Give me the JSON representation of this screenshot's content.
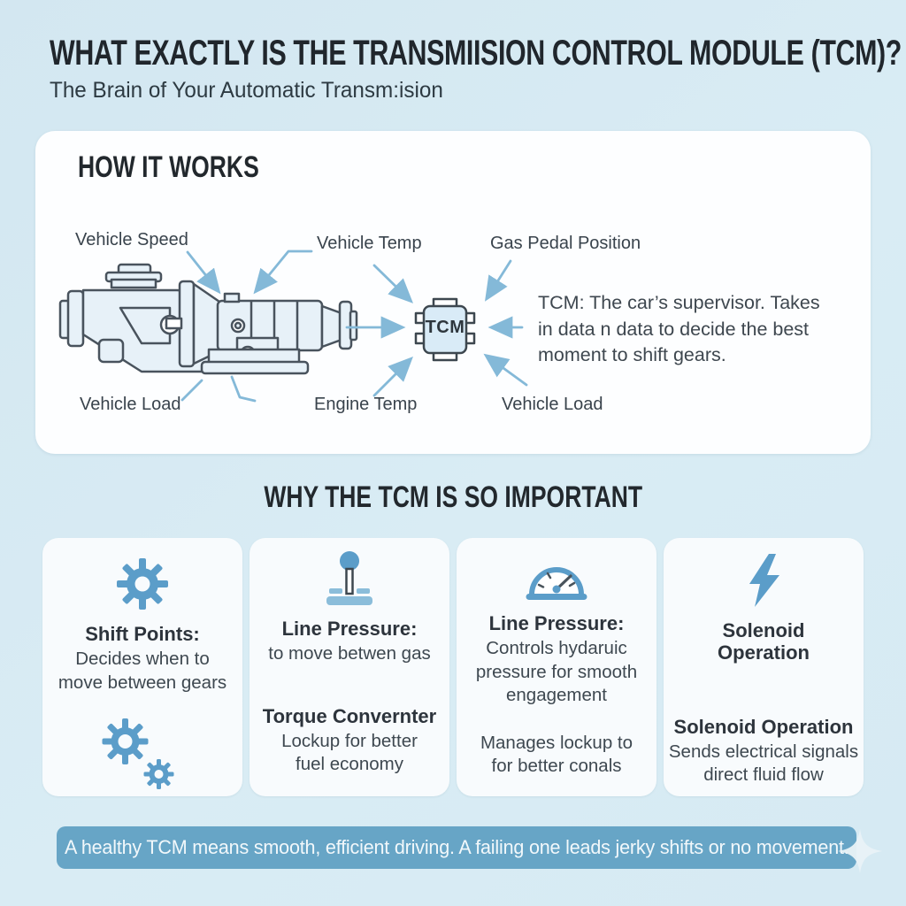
{
  "colors": {
    "background": "#d8ebf3",
    "card_white": "#fdfeff",
    "why_card": "#f8fbfd",
    "icon_blue": "#5b9dc9",
    "light_blue": "#8bbdda",
    "arrow_blue": "#84b9d8",
    "outline_dark": "#49535d",
    "chip_fill": "#d9ebf7",
    "banner_bg": "#67a5c6",
    "title_dark": "#20262c"
  },
  "header": {
    "title": "WHAT EXACTLY IS THE TRANSMIISION CONTROL MODULE (TCM)?",
    "subtitle": "The Brain of Your Automatic Transm:ision"
  },
  "how_it_works": {
    "heading": "HOW IT WORKS",
    "labels": {
      "vehicle_speed": "Vehicle Speed",
      "vehicle_temp": "Vehicle Temp",
      "gas_pedal": "Gas Pedal Position",
      "vehicle_load_left": "Vehicle Load",
      "engine_temp": "Engine Temp",
      "vehicle_load_right": "Vehicle Load"
    },
    "chip_label": "TCM",
    "description": "TCM: The car’s supervisor. Takes in data n data to decide the best moment to shift gears."
  },
  "importance": {
    "heading": "WHY THE TCM IS SO IMPORTANT",
    "cards": [
      {
        "icon": "gear-icon",
        "title": "Shift Points:",
        "body": "Decides when to move between gears",
        "footer_icon": "gears-icon"
      },
      {
        "icon": "gear-shifter-icon",
        "title": "Line Pressure:",
        "body": "to move betwen gas",
        "title2": "Torque Convernter",
        "body2": "Lockup for better fuel economy"
      },
      {
        "icon": "gauge-icon",
        "title": "Line Pressure:",
        "body": "Controls hydaruic pressure for smooth engagement",
        "body2": "Manages lockup to for better conals"
      },
      {
        "icon": "lightning-icon",
        "title": "Solenoid Operation",
        "title2": "Solenoid Operation",
        "body2": "Sends electrical signals direct fluid flow"
      }
    ]
  },
  "footer": {
    "banner": "A healthy TCM means smooth, efficient driving. A failing one leads jerky shifts or no movement."
  }
}
